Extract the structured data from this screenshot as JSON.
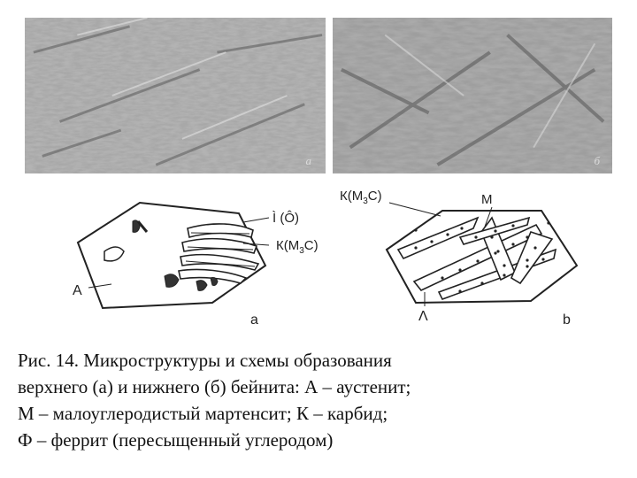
{
  "figure": {
    "photo_a_letter": "a",
    "photo_b_letter": "б",
    "scheme_a_labels": {
      "ferrite": "Ì  (Ô)",
      "carbide": "К(M",
      "carbide_sub": "3",
      "carbide_end": "C)",
      "austenite": "А",
      "panel": "а"
    },
    "scheme_b_labels": {
      "carbide": "К(M",
      "carbide_sub": "3",
      "carbide_end": "C)",
      "martensite": "М",
      "austenite": "Λ",
      "panel": "b"
    }
  },
  "caption": {
    "line1": "Рис. 14. Микроструктуры и схемы образования",
    "line2": "верхнего (а) и нижнего (б) бейнита: А – аустенит;",
    "line3": "М – малоуглеродистый мартенсит; К – карбид;",
    "line4": "Ф – феррит (пересыщенный углеродом)"
  }
}
